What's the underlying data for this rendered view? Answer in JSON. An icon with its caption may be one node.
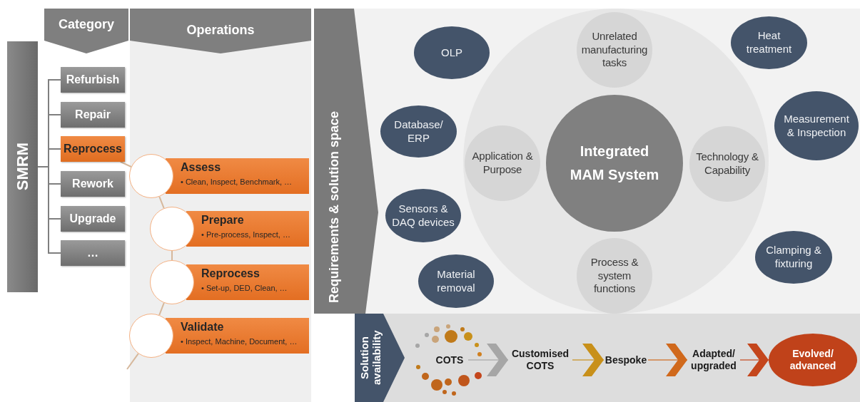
{
  "diagram": {
    "nodes": [
      {
        "text": [
          "Category"
        ]
      },
      {
        "text": [
          "Operations"
        ]
      },
      {
        "text": [
          "SMRM"
        ]
      },
      {
        "text": [
          "Refurbish"
        ]
      },
      {
        "text": [
          "Repair"
        ]
      },
      {
        "text": [
          "Reprocess"
        ]
      },
      {
        "text": [
          "Rework"
        ]
      },
      {
        "text": [
          "Upgrade"
        ]
      },
      {
        "text": [
          "…"
        ]
      },
      {
        "text": [
          "Assess",
          "• Clean, Inspect, Benchmark, …"
        ]
      },
      {
        "text": [
          "Prepare",
          "• Pre-process, Inspect, …"
        ]
      },
      {
        "text": [
          "Reprocess",
          "• Set-up, DED, Clean, …"
        ]
      },
      {
        "text": [
          "Validate",
          "• Inspect, Machine, Document, …"
        ]
      },
      {
        "text": [
          "Requirements & solution space"
        ]
      },
      {
        "text": [],
        "shape": "circle"
      },
      {
        "text": [
          "Unrelated manufacturing tasks"
        ],
        "in": 14
      },
      {
        "text": [
          "Application & Purpose"
        ],
        "in": 14
      },
      {
        "text": [
          "Integrated MAM System"
        ],
        "in": 14
      },
      {
        "text": [
          "Technology & Capability"
        ],
        "in": 14
      },
      {
        "text": [
          "Process & system functions"
        ],
        "in": 14
      },
      {
        "text": [
          "OLP"
        ]
      },
      {
        "text": [
          "Heat treatment"
        ]
      },
      {
        "text": [
          "Database/ ERP"
        ]
      },
      {
        "text": [
          "Measurement & Inspection"
        ]
      },
      {
        "text": [
          "Sensors & DAQ devices"
        ]
      },
      {
        "text": [
          "Material removal"
        ]
      },
      {
        "text": [
          "Clamping & fixturing"
        ]
      },
      {
        "text": [
          "Solution availability"
        ]
      },
      {
        "text": [
          "COTS"
        ]
      },
      {
        "text": [
          "Customised COTS"
        ]
      },
      {
        "text": [
          "Bespoke"
        ]
      },
      {
        "text": [
          "Adapted/ upgraded"
        ]
      },
      {
        "text": [
          "Evolved/ advanced"
        ]
      }
    ],
    "edges": [
      {
        "from": 2,
        "to": 3,
        "arrow": "none"
      },
      {
        "from": 2,
        "to": 4,
        "arrow": "none"
      },
      {
        "from": 2,
        "to": 5,
        "arrow": "none"
      },
      {
        "from": 2,
        "to": 6,
        "arrow": "none"
      },
      {
        "from": 2,
        "to": 7,
        "arrow": "none"
      },
      {
        "from": 2,
        "to": 8,
        "arrow": "none"
      },
      {
        "from": 5,
        "to": 9,
        "arrow": "none",
        "color": "#d6b89c"
      },
      {
        "from": 9,
        "to": 10,
        "arrow": "none",
        "color": "#d6b89c"
      },
      {
        "from": 10,
        "to": 11,
        "arrow": "none",
        "color": "#d6b89c"
      },
      {
        "from": 11,
        "to": 12,
        "arrow": "none",
        "color": "#d6b89c"
      },
      {
        "from": 12,
        "to": null,
        "arrow": "none",
        "color": "#d6b89c"
      },
      {
        "from": 28,
        "to": 29,
        "arrow": "to",
        "color": "#a6a6a6"
      },
      {
        "from": 29,
        "to": 30,
        "arrow": "to",
        "color": "#c8901a"
      },
      {
        "from": 30,
        "to": 31,
        "arrow": "to",
        "color": "#d0691c"
      },
      {
        "from": 31,
        "to": 32,
        "arrow": "to",
        "color": "#c4461c"
      }
    ]
  }
}
